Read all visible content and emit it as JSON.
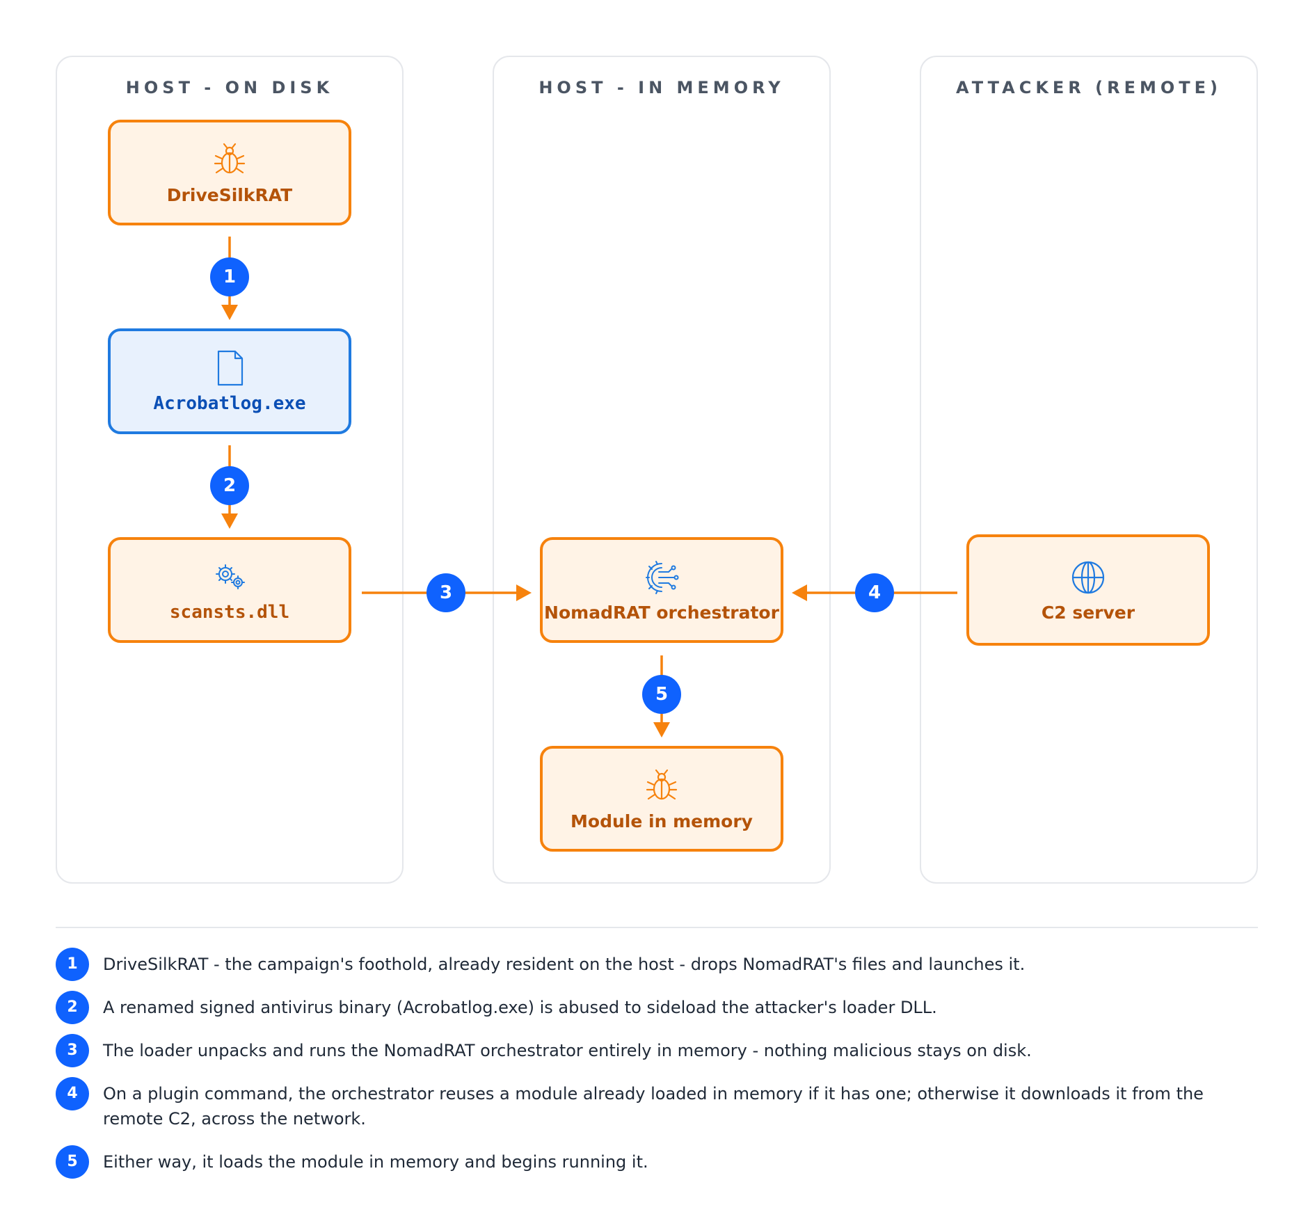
{
  "lanes": [
    {
      "title": "HOST - ON DISK"
    },
    {
      "title": "HOST - IN MEMORY"
    },
    {
      "title": "ATTACKER (REMOTE)"
    }
  ],
  "nodes": {
    "drivesilkrat": {
      "label": "DriveSilkRAT",
      "icon": "bug-icon"
    },
    "acrobatlog": {
      "label": "Acrobatlog.exe",
      "icon": "file-icon"
    },
    "scansts": {
      "label": "scansts.dll",
      "icon": "gears-icon"
    },
    "orchestrator": {
      "label": "NomadRAT orchestrator",
      "icon": "gear-circuit-icon"
    },
    "module": {
      "label": "Module in memory",
      "icon": "bug-icon"
    },
    "c2": {
      "label": "C2 server",
      "icon": "globe-icon"
    }
  },
  "steps": [
    "1",
    "2",
    "3",
    "4",
    "5"
  ],
  "legend": [
    {
      "num": "1",
      "text": "DriveSilkRAT - the campaign's foothold, already resident on the host - drops NomadRAT's files and launches it."
    },
    {
      "num": "2",
      "text": "A renamed signed antivirus binary (Acrobatlog.exe) is abused to sideload the attacker's loader DLL."
    },
    {
      "num": "3",
      "text": "The loader unpacks and runs the NomadRAT orchestrator entirely in memory - nothing malicious stays on disk."
    },
    {
      "num": "4",
      "text": "On a plugin command, the orchestrator reuses a module already loaded in memory if it has one; otherwise it downloads it from the remote C2, across the network."
    },
    {
      "num": "5",
      "text": "Either way, it loads the module in memory and begins running it."
    }
  ],
  "colors": {
    "accent_orange": "#f6820d",
    "badge_blue": "#0f62fe",
    "node_blue": "#1f7ae0"
  }
}
